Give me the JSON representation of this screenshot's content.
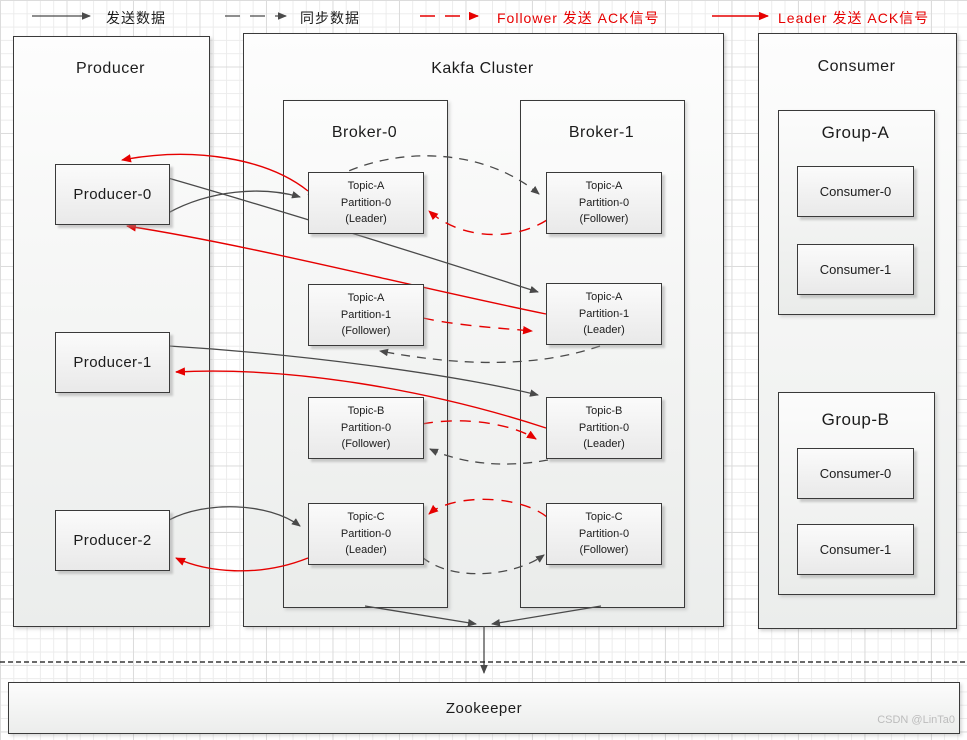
{
  "legend": {
    "items": [
      {
        "id": "send-data",
        "label": "发送数据",
        "line": "solid",
        "color": "#4a4a4a"
      },
      {
        "id": "sync-data",
        "label": "同步数据",
        "line": "dashed",
        "color": "#4a4a4a"
      },
      {
        "id": "follower-ack",
        "label": "Follower 发送 ACK信号",
        "line": "dashed",
        "color": "#e60000"
      },
      {
        "id": "leader-ack",
        "label": "Leader 发送 ACK信号",
        "line": "solid",
        "color": "#e60000"
      }
    ]
  },
  "producer_panel": {
    "title": "Producer",
    "nodes": [
      {
        "label": "Producer-0"
      },
      {
        "label": "Producer-1"
      },
      {
        "label": "Producer-2"
      }
    ]
  },
  "cluster_panel": {
    "title": "Kakfa Cluster",
    "brokers": [
      {
        "title": "Broker-0",
        "partitions": [
          {
            "topic": "Topic-A",
            "partition": "Partition-0",
            "role": "(Leader)"
          },
          {
            "topic": "Topic-A",
            "partition": "Partition-1",
            "role": "(Follower)"
          },
          {
            "topic": "Topic-B",
            "partition": "Partition-0",
            "role": "(Follower)"
          },
          {
            "topic": "Topic-C",
            "partition": "Partition-0",
            "role": "(Leader)"
          }
        ]
      },
      {
        "title": "Broker-1",
        "partitions": [
          {
            "topic": "Topic-A",
            "partition": "Partition-0",
            "role": "(Follower)"
          },
          {
            "topic": "Topic-A",
            "partition": "Partition-1",
            "role": "(Leader)"
          },
          {
            "topic": "Topic-B",
            "partition": "Partition-0",
            "role": "(Leader)"
          },
          {
            "topic": "Topic-C",
            "partition": "Partition-0",
            "role": "(Follower)"
          }
        ]
      }
    ]
  },
  "consumer_panel": {
    "title": "Consumer",
    "groups": [
      {
        "title": "Group-A",
        "consumers": [
          {
            "label": "Consumer-0"
          },
          {
            "label": "Consumer-1"
          }
        ]
      },
      {
        "title": "Group-B",
        "consumers": [
          {
            "label": "Consumer-0"
          },
          {
            "label": "Consumer-1"
          }
        ]
      }
    ]
  },
  "zookeeper": {
    "title": "Zookeeper"
  },
  "watermark": "CSDN @LinTa0",
  "colors": {
    "arrow_black": "#4a4a4a",
    "arrow_red": "#e60000",
    "box_border": "#3a3a3a"
  }
}
